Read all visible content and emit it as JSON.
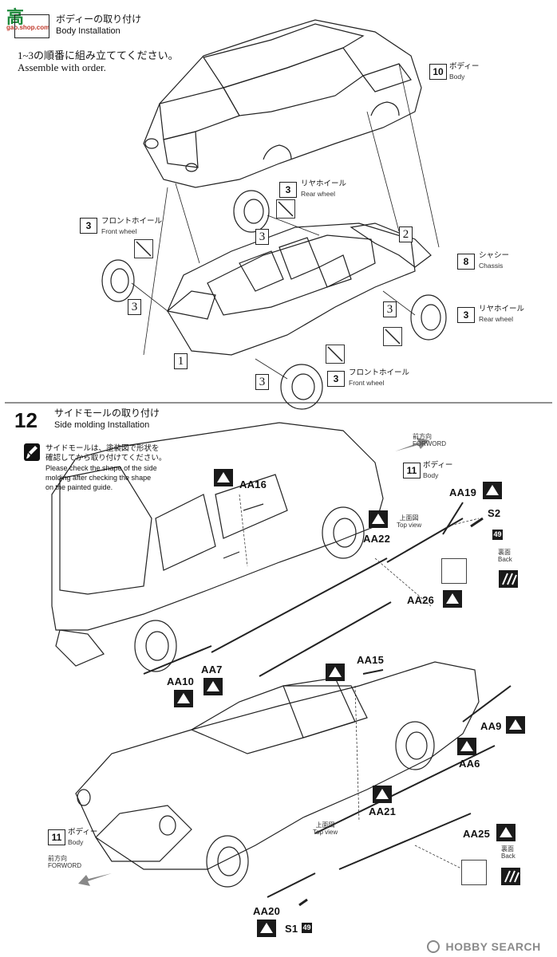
{
  "step11": {
    "title_jp": "ボディーの取り付け",
    "title_en": "Body Installation",
    "order_note_jp": "1~3の順番に組み立ててください。",
    "order_note_en": "Assemble with order.",
    "parts": [
      {
        "num": "10",
        "jp": "ボディー",
        "en": "Body"
      },
      {
        "num": "3",
        "jp": "リヤホイール",
        "en": "Rear wheel"
      },
      {
        "num": "3",
        "jp": "フロントホイール",
        "en": "Front wheel"
      },
      {
        "num": "8",
        "jp": "シャシー",
        "en": "Chassis"
      },
      {
        "num": "3",
        "jp": "リヤホイール",
        "en": "Rear wheel"
      },
      {
        "num": "3",
        "jp": "フロントホイール",
        "en": "Front wheel"
      }
    ],
    "sequence": [
      "1",
      "2",
      "3",
      "3",
      "3",
      "3"
    ]
  },
  "step12": {
    "number": "12",
    "title_jp": "サイドモールの取り付け",
    "title_en": "Side molding  Installation",
    "note_jp_1": "サイドモールは、塗装図で形状を",
    "note_jp_2": "確認してから取り付けてください。",
    "note_en_1": "Please check the shape of the side",
    "note_en_2": "molding after checking the shape",
    "note_en_3": "on the painted guide.",
    "forward_jp": "前方向",
    "forward_en": "FORWORD",
    "body_num": "11",
    "body_jp": "ボディー",
    "body_en": "Body",
    "top_view_jp": "上面図",
    "top_view_en": "Top view",
    "back_jp": "裏面",
    "back_en": "Back",
    "parts": [
      "AA16",
      "AA19",
      "S2",
      "AA22",
      "AA26",
      "AA7",
      "AA10",
      "AA15",
      "AA9",
      "AA6",
      "AA21",
      "AA25",
      "AA20",
      "S1"
    ],
    "paint_num": "49"
  },
  "watermark": {
    "brand": "HOBBY SEARCH",
    "site_cn": "高",
    "site_url": "gao.shop.com"
  }
}
